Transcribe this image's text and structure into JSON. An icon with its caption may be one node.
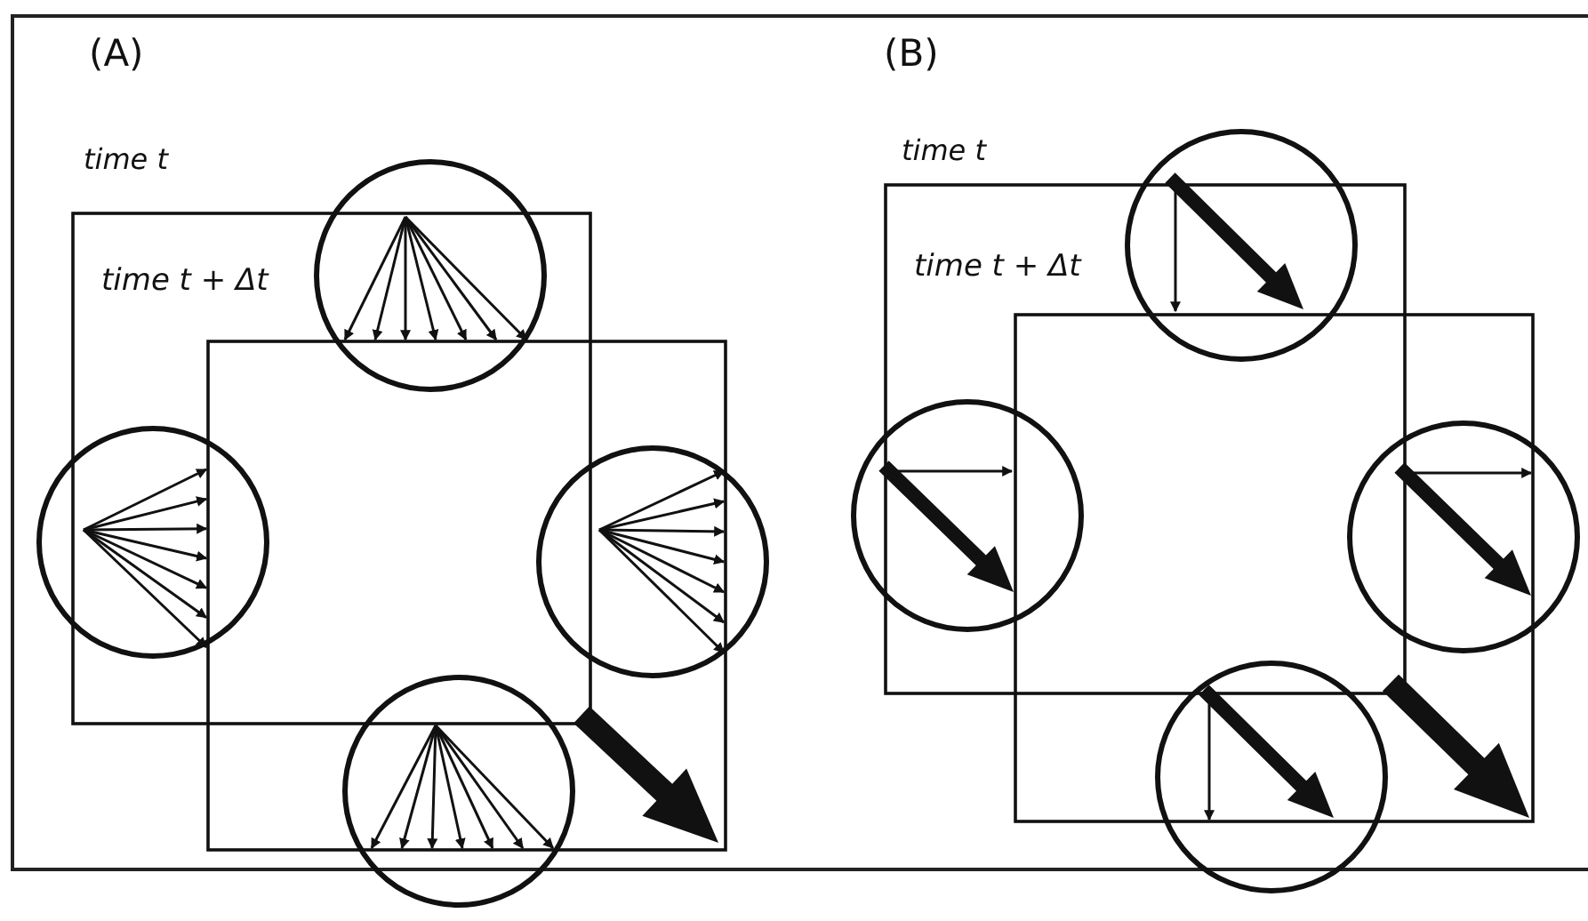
{
  "diagram": {
    "labels": [
      "(A)",
      "time t",
      "time t + Δt",
      "(B)",
      "time t",
      "time t + Δt"
    ]
  }
}
